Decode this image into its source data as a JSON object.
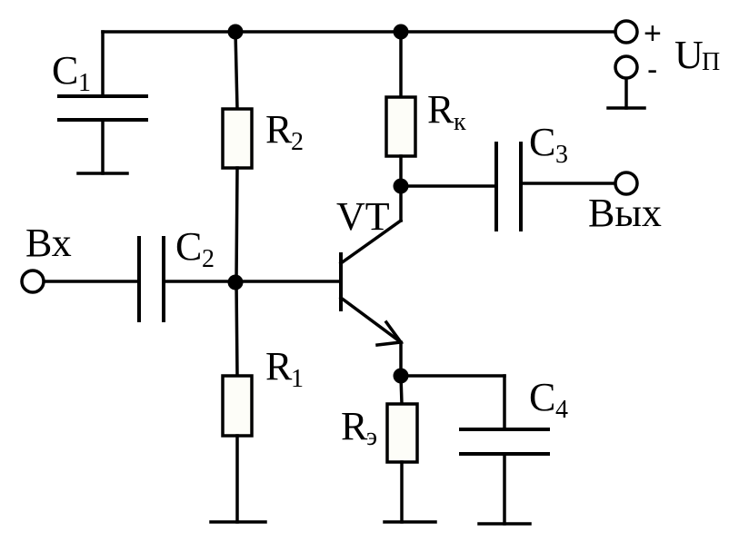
{
  "labels": {
    "input": "Вх",
    "output": "Вых",
    "supply": "U",
    "supply_sub": "П",
    "plus": "+",
    "minus": "-",
    "transistor": "VT",
    "c1": "C",
    "c1_sub": "1",
    "c2": "C",
    "c2_sub": "2",
    "c3": "C",
    "c3_sub": "3",
    "c4": "C",
    "c4_sub": "4",
    "r1": "R",
    "r1_sub": "1",
    "r2": "R",
    "r2_sub": "2",
    "rk": "R",
    "rk_sub": "к",
    "re": "R",
    "re_sub": "э"
  }
}
